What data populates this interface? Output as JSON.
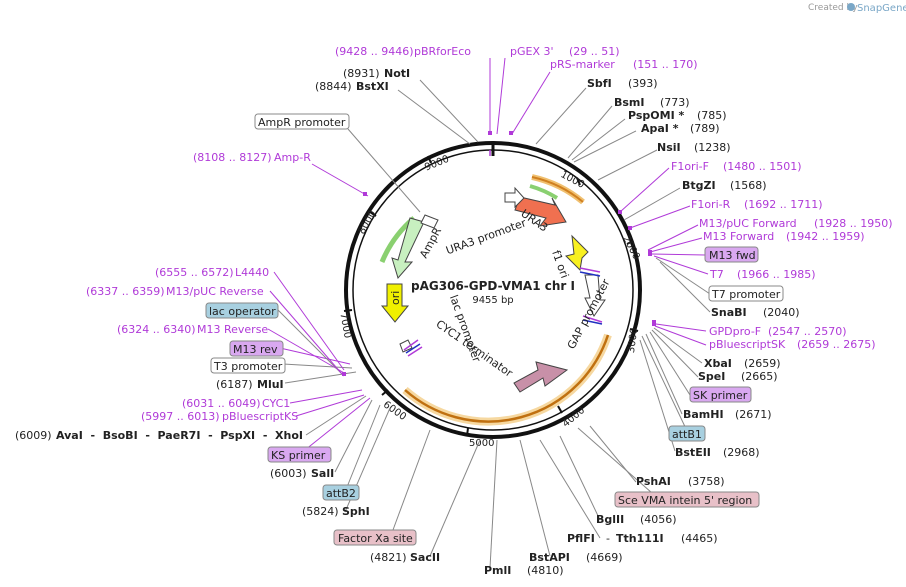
{
  "credit": {
    "prefix": "Created by",
    "brand": "SnapGene"
  },
  "plasmid": {
    "name": "pAG306-GPD-VMA1 chr I",
    "length": "9455 bp"
  },
  "ticks": [
    "1000",
    "2000",
    "3000",
    "4000",
    "5000",
    "6000",
    "7000",
    "8000",
    "9000"
  ],
  "inner_labels": {
    "ura3_promoter": "URA3 promoter",
    "ura3": "URA3",
    "ampr": "AmpR",
    "ori": "ori",
    "f1_ori": "f1 ori",
    "lac_promoter": "lac promoter",
    "gap_promoter": "GAP promoter",
    "cyc1_terminator": "CYC1 terminator"
  },
  "features": {
    "pbrforeco": {
      "range": "(9428 .. 9446)",
      "name": "pBRforEco"
    },
    "pgex3": {
      "name": "pGEX 3'",
      "range": "(29 .. 51)"
    },
    "prs_marker": {
      "name": "pRS-marker",
      "range": "(151 .. 170)"
    },
    "noti": {
      "pos": "(8931)",
      "name": "NotI"
    },
    "bstxi": {
      "pos": "(8844)",
      "name": "BstXI"
    },
    "sbfi": {
      "name": "SbfI",
      "pos": "(393)"
    },
    "bsmi": {
      "name": "BsmI",
      "pos": "(773)"
    },
    "pspomi": {
      "name": "PspOMI *",
      "pos": "(785)"
    },
    "apai": {
      "name": "ApaI *",
      "pos": "(789)"
    },
    "nsii": {
      "name": "NsiI",
      "pos": "(1238)"
    },
    "f1ori_f": {
      "name": "F1ori-F",
      "range": "(1480 .. 1501)"
    },
    "btgzi": {
      "name": "BtgZI",
      "pos": "(1568)"
    },
    "f1ori_r": {
      "name": "F1ori-R",
      "range": "(1692 .. 1711)"
    },
    "m13puc_fwd": {
      "name": "M13/pUC Forward",
      "range": "(1928 .. 1950)"
    },
    "m13_forward": {
      "name": "M13 Forward",
      "range": "(1942 .. 1959)"
    },
    "m13_fwd": {
      "name": "M13 fwd"
    },
    "t7": {
      "name": "T7",
      "range": "(1966 .. 1985)"
    },
    "t7_promoter": {
      "name": "T7 promoter"
    },
    "snabi": {
      "name": "SnaBI",
      "pos": "(2040)"
    },
    "gpdpro_f": {
      "name": "GPDpro-F",
      "range": "(2547 .. 2570)"
    },
    "pbluescriptsk": {
      "name": "pBluescriptSK",
      "range": "(2659 .. 2675)"
    },
    "xbai": {
      "name": "XbaI",
      "pos": "(2659)"
    },
    "spei": {
      "name": "SpeI",
      "pos": "(2665)"
    },
    "sk_primer": {
      "name": "SK primer"
    },
    "bamhi": {
      "name": "BamHI",
      "pos": "(2671)"
    },
    "attb1": {
      "name": "attB1"
    },
    "bsteii": {
      "name": "BstEII",
      "pos": "(2968)"
    },
    "pshai": {
      "name": "PshAI",
      "pos": "(3758)"
    },
    "sce_vma": {
      "name": "Sce VMA intein 5' region"
    },
    "bglii": {
      "name": "BglII",
      "pos": "(4056)"
    },
    "pflfi": {
      "name": "PflFI",
      "sep": "-",
      "name2": "Tth111I",
      "pos": "(4465)"
    },
    "bstapi": {
      "name": "BstAPI",
      "pos": "(4669)"
    },
    "pmli": {
      "name": "PmlI",
      "pos": "(4810)"
    },
    "sacii": {
      "pos": "(4821)",
      "name": "SacII"
    },
    "factor_xa": {
      "name": "Factor Xa site"
    },
    "sphi": {
      "pos": "(5824)",
      "name": "SphI"
    },
    "attb2": {
      "name": "attB2"
    },
    "sali": {
      "pos": "(6003)",
      "name": "SalI"
    },
    "ks_primer": {
      "name": "KS primer"
    },
    "avai_group": {
      "pos": "(6009)",
      "text": "AvaI  -  BsoBI  -  PaeR7I  -  PspXI  -  XhoI"
    },
    "pbluescriptks": {
      "range": "(5997 .. 6013)",
      "name": "pBluescriptKS"
    },
    "cyc1": {
      "range": "(6031 .. 6049)",
      "name": "CYC1"
    },
    "mlui": {
      "pos": "(6187)",
      "name": "MluI"
    },
    "t3_promoter": {
      "name": "T3 promoter"
    },
    "m13_rev": {
      "name": "M13 rev"
    },
    "m13_reverse": {
      "range": "(6324 .. 6340)",
      "name": "M13 Reverse"
    },
    "lac_operator": {
      "name": "lac operator"
    },
    "m13puc_rev": {
      "range": "(6337 .. 6359)",
      "name": "M13/pUC Reverse"
    },
    "l4440": {
      "range": "(6555 .. 6572)",
      "name": "L4440"
    },
    "amp_r": {
      "range": "(8108 .. 8127)",
      "name": "Amp-R"
    },
    "ampr_promoter": {
      "name": "AmpR promoter"
    }
  },
  "colors": {
    "primer": "#b03ad8",
    "ura3": "#f07050",
    "ampr": "#c8f0c0",
    "ori": "#f0f000",
    "f1ori": "#f8f020",
    "cyc1_term": "#c890a8",
    "promoter": "#ffffff",
    "teal_box": "#a8d0e0",
    "purple_box": "#d9a8f0",
    "pink_box": "#e8c0c8"
  }
}
